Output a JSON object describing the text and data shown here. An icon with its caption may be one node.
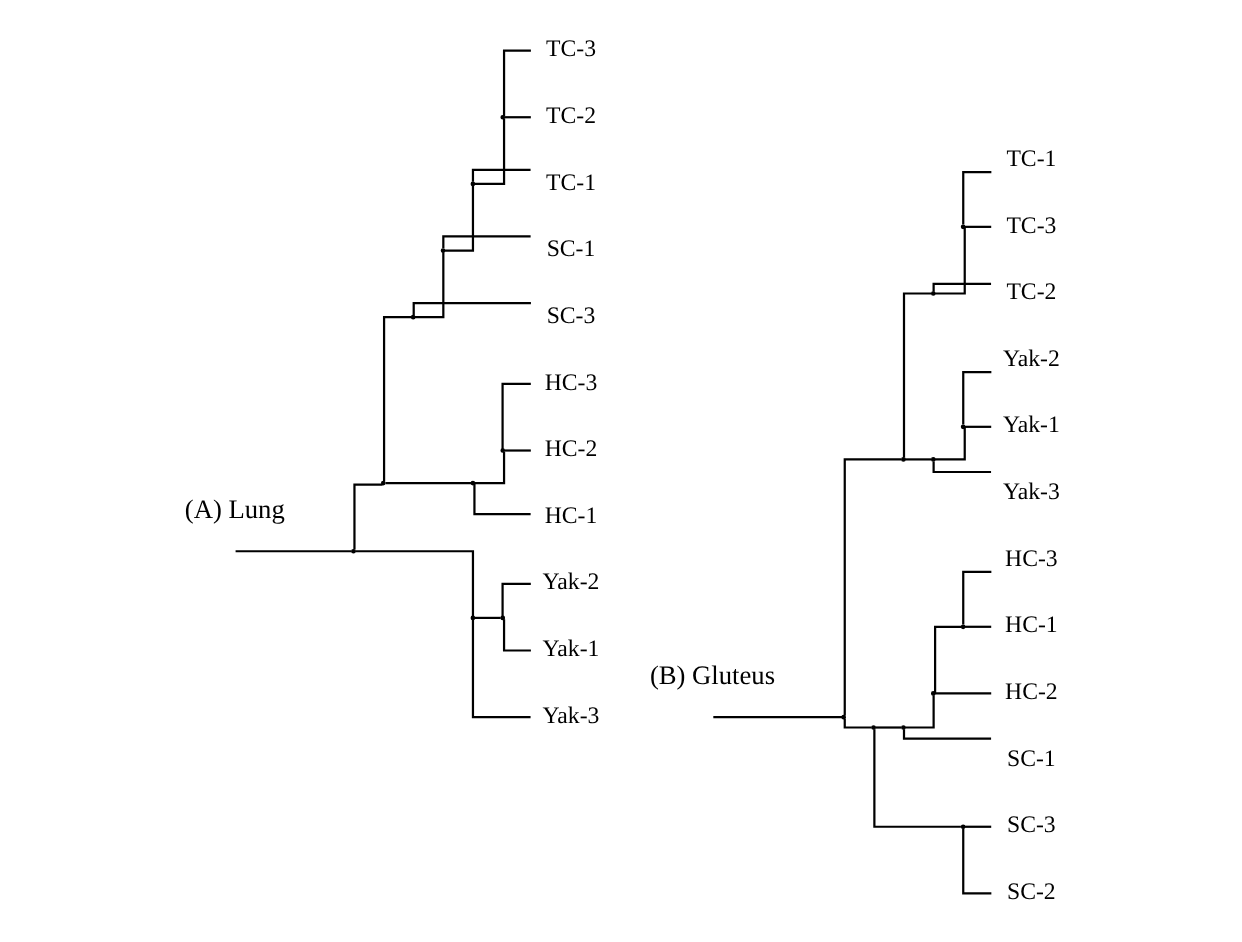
{
  "diagram": {
    "nodes": [
      {
        "text": [],
        "shape": "point"
      },
      {
        "text": [],
        "shape": "point"
      },
      {
        "text": [],
        "shape": "point"
      },
      {
        "text": [],
        "shape": "point"
      },
      {
        "text": [],
        "shape": "point"
      },
      {
        "text": [],
        "shape": "point"
      },
      {
        "text": [
          "TC-3"
        ]
      },
      {
        "text": [
          "TC-2"
        ]
      },
      {
        "text": [
          "TC-1"
        ]
      },
      {
        "text": [
          "SC-1"
        ]
      },
      {
        "text": [
          "SC-3"
        ]
      },
      {
        "text": [],
        "shape": "point"
      },
      {
        "text": [],
        "shape": "point"
      },
      {
        "text": [
          "HC-3"
        ]
      },
      {
        "text": [
          "HC-2"
        ]
      },
      {
        "text": [
          "HC-1"
        ]
      },
      {
        "text": [],
        "shape": "point"
      },
      {
        "text": [],
        "shape": "point"
      },
      {
        "text": [
          "Yak-2"
        ]
      },
      {
        "text": [
          "Yak-1"
        ]
      },
      {
        "text": [
          "Yak-3"
        ]
      },
      {
        "text": [],
        "shape": "point"
      },
      {
        "text": [],
        "shape": "point"
      },
      {
        "text": [],
        "shape": "point"
      },
      {
        "text": [],
        "shape": "point"
      },
      {
        "text": [
          "TC-1"
        ]
      },
      {
        "text": [
          "TC-3"
        ]
      },
      {
        "text": [
          "TC-2"
        ]
      },
      {
        "text": [],
        "shape": "point"
      },
      {
        "text": [],
        "shape": "point"
      },
      {
        "text": [
          "Yak-2"
        ]
      },
      {
        "text": [
          "Yak-1"
        ]
      },
      {
        "text": [
          "Yak-3"
        ]
      },
      {
        "text": [],
        "shape": "point"
      },
      {
        "text": [],
        "shape": "point"
      },
      {
        "text": [],
        "shape": "point"
      },
      {
        "text": [],
        "shape": "point"
      },
      {
        "text": [
          "HC-3"
        ]
      },
      {
        "text": [
          "HC-1"
        ]
      },
      {
        "text": [
          "HC-2"
        ]
      },
      {
        "text": [
          "SC-1"
        ]
      },
      {
        "text": [],
        "shape": "point"
      },
      {
        "text": [
          "SC-3"
        ]
      },
      {
        "text": [
          "SC-2"
        ]
      }
    ],
    "edges": [
      {
        "from": null,
        "to": 0,
        "arrow": "none"
      },
      {
        "from": 0,
        "to": 1,
        "arrow": "none"
      },
      {
        "from": 0,
        "to": 16,
        "arrow": "none"
      },
      {
        "from": 1,
        "to": 2,
        "arrow": "none"
      },
      {
        "from": 1,
        "to": 11,
        "arrow": "none"
      },
      {
        "from": 2,
        "to": 3,
        "arrow": "none"
      },
      {
        "from": 2,
        "to": 10,
        "arrow": "none"
      },
      {
        "from": 3,
        "to": 4,
        "arrow": "none"
      },
      {
        "from": 3,
        "to": 9,
        "arrow": "none"
      },
      {
        "from": 4,
        "to": 5,
        "arrow": "none"
      },
      {
        "from": 4,
        "to": 8,
        "arrow": "none"
      },
      {
        "from": 5,
        "to": 6,
        "arrow": "none"
      },
      {
        "from": 5,
        "to": 7,
        "arrow": "none"
      },
      {
        "from": 11,
        "to": 12,
        "arrow": "none"
      },
      {
        "from": 11,
        "to": 15,
        "arrow": "none"
      },
      {
        "from": 12,
        "to": 13,
        "arrow": "none"
      },
      {
        "from": 12,
        "to": 14,
        "arrow": "none"
      },
      {
        "from": 16,
        "to": 17,
        "arrow": "none"
      },
      {
        "from": 16,
        "to": 20,
        "arrow": "none"
      },
      {
        "from": 17,
        "to": 18,
        "arrow": "none"
      },
      {
        "from": 17,
        "to": 19,
        "arrow": "none"
      },
      {
        "from": null,
        "to": 21,
        "arrow": "none"
      },
      {
        "from": 21,
        "to": 22,
        "arrow": "none"
      },
      {
        "from": 21,
        "to": 33,
        "arrow": "none"
      },
      {
        "from": 22,
        "to": 23,
        "arrow": "none"
      },
      {
        "from": 22,
        "to": 28,
        "arrow": "none"
      },
      {
        "from": 23,
        "to": 24,
        "arrow": "none"
      },
      {
        "from": 23,
        "to": 27,
        "arrow": "none"
      },
      {
        "from": 24,
        "to": 25,
        "arrow": "none"
      },
      {
        "from": 24,
        "to": 26,
        "arrow": "none"
      },
      {
        "from": 28,
        "to": 29,
        "arrow": "none"
      },
      {
        "from": 28,
        "to": 32,
        "arrow": "none"
      },
      {
        "from": 29,
        "to": 30,
        "arrow": "none"
      },
      {
        "from": 29,
        "to": 31,
        "arrow": "none"
      },
      {
        "from": 33,
        "to": 34,
        "arrow": "none"
      },
      {
        "from": 33,
        "to": 41,
        "arrow": "none"
      },
      {
        "from": 34,
        "to": 35,
        "arrow": "none"
      },
      {
        "from": 34,
        "to": 40,
        "arrow": "none"
      },
      {
        "from": 35,
        "to": 36,
        "arrow": "none"
      },
      {
        "from": 35,
        "to": 39,
        "arrow": "none"
      },
      {
        "from": 36,
        "to": 37,
        "arrow": "none"
      },
      {
        "from": 36,
        "to": 38,
        "arrow": "none"
      },
      {
        "from": 41,
        "to": 42,
        "arrow": "none"
      },
      {
        "from": 41,
        "to": 43,
        "arrow": "none"
      }
    ],
    "labels": [
      "(A) Lung",
      "(B) Gluteus"
    ]
  }
}
